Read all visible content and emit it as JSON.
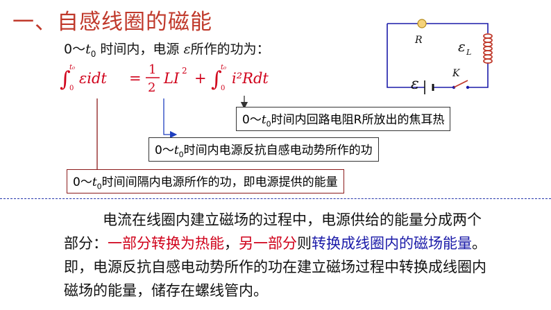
{
  "title": "一、自感线圈的磁能",
  "intro": {
    "prefix": "0～",
    "var": "t",
    "sub": "0",
    "mid": " 时间内，电源 ",
    "epsilon": "ε",
    "suffix": "所作的功为："
  },
  "formula": {
    "lhs": "εidt",
    "upper": "t₀",
    "lower": "0",
    "frac_num": "1",
    "frac_den": "2",
    "term1": "LI",
    "exp": "2",
    "plus": "+",
    "rhs": "i²Rdt",
    "eq": "="
  },
  "boxes": {
    "joule": {
      "prefix": "0～",
      "var": "t",
      "sub": "0",
      "text": "时间内回路电阻R所放出的焦耳热"
    },
    "self_emf": {
      "prefix": "0～",
      "var": "t",
      "sub": "0",
      "text": "时间内电源反抗自感电动势所作的功"
    },
    "source": {
      "prefix": "0～",
      "var": "t",
      "sub": "0",
      "text": "时间间隔内电源所作的功，即电源提供的能量"
    }
  },
  "circuit": {
    "r_label": "R",
    "coil_label": "ε",
    "coil_sub": "L",
    "switch_label": "K",
    "source_label": "ε"
  },
  "paragraph": {
    "s1": "电流在线圈内建立磁场的过程中，电源供给的能量分成两个部分：",
    "s2": "一部分转换为热能",
    "s3": "，",
    "s4": "另一部分",
    "s5": "则",
    "s6": "转换成线圈内的磁场能量",
    "s7": "。即，电源反抗自感电动势所作的功在建立磁场过程中转换成线圈内磁场的能量，储存在螺线管内。"
  },
  "colors": {
    "title": "#c0392b",
    "highlight_red": "#d0021b",
    "highlight_blue": "#1a1aa8",
    "arrow_red": "#8b1a1a",
    "arrow_blue": "#1f3fbf",
    "divider": "#2233aa"
  }
}
